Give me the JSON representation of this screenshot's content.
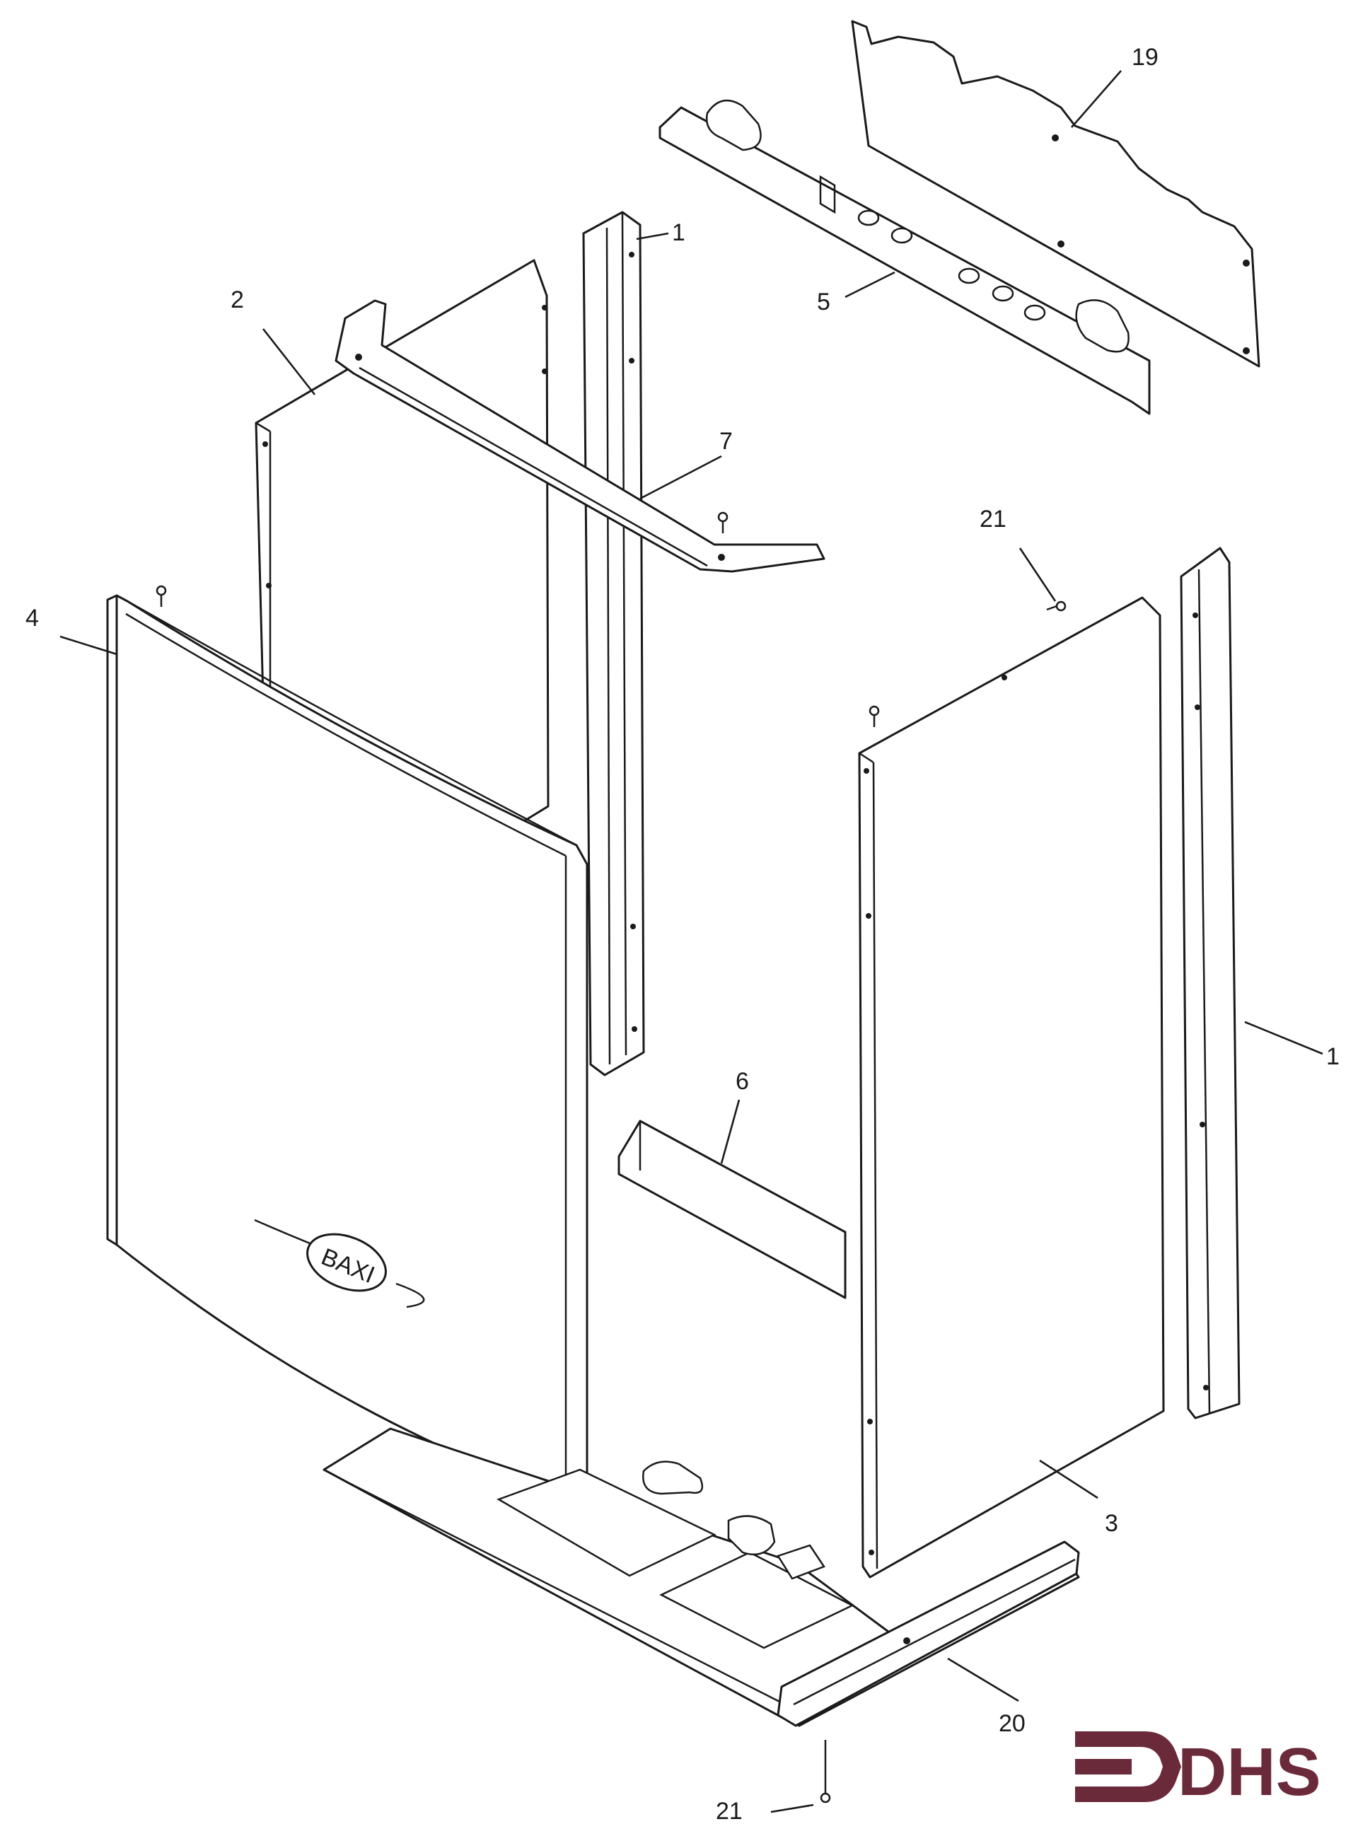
{
  "diagram": {
    "callouts": [
      "19",
      "1",
      "5",
      "2",
      "7",
      "21",
      "4",
      "1",
      "6",
      "3",
      "20",
      "21"
    ],
    "logo": {
      "text": "DHS",
      "color": "#6b2a3a"
    },
    "panel_badge": "BAXI"
  }
}
